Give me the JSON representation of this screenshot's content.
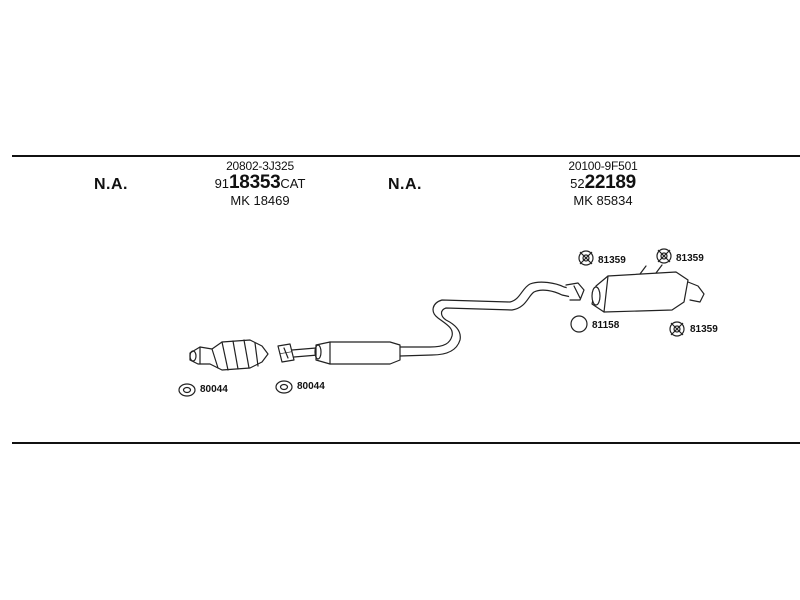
{
  "columns": [
    {
      "na": "N.A."
    },
    {
      "oem": "20802-3J325",
      "prefix": "91",
      "number": "18353",
      "suffix": "CAT",
      "mk": "MK 18469"
    },
    {
      "na": "N.A."
    },
    {
      "oem": "20100-9F501",
      "prefix": "52",
      "number": "22189",
      "suffix": "",
      "mk": "MK 85834"
    }
  ],
  "fittings": [
    {
      "code": "80044"
    },
    {
      "code": "80044"
    },
    {
      "code": "81359"
    },
    {
      "code": "81359"
    },
    {
      "code": "81158"
    },
    {
      "code": "81359"
    }
  ]
}
